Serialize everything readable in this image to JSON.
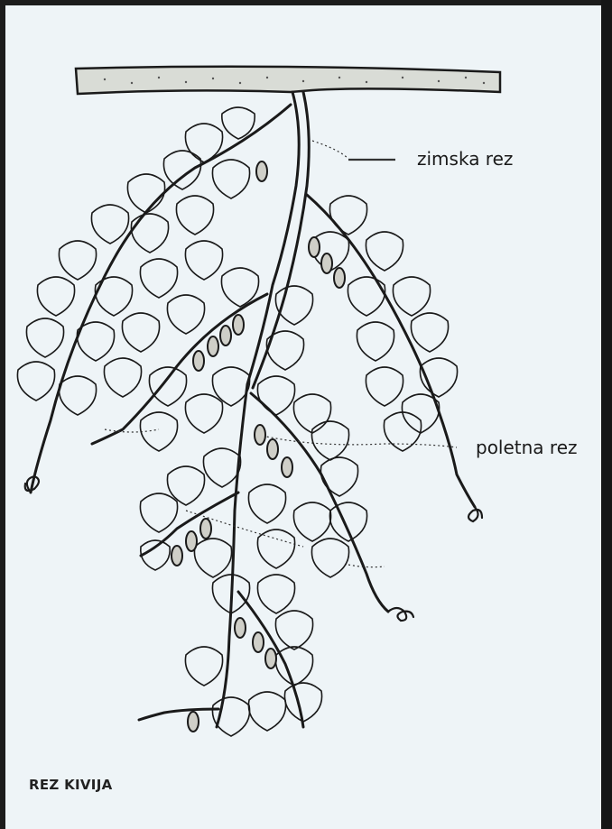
{
  "labels": {
    "winter_cut": "zimska rez",
    "summer_cut": "poletna rez"
  },
  "caption": "REZ KIVIJA",
  "colors": {
    "background": "#eef4f7",
    "ink": "#1a1a1a",
    "frame": "#1c1c1c"
  },
  "icons": [
    "kiwi-vine-illustration",
    "leaf-icon",
    "kiwi-fruit-icon",
    "tendril-icon"
  ]
}
